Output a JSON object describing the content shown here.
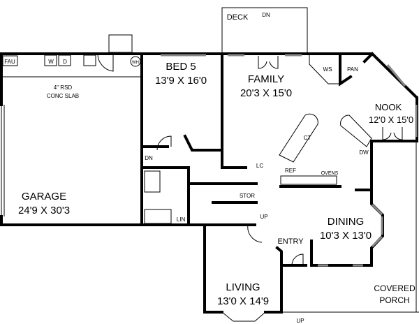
{
  "rooms": {
    "garage": {
      "name": "GARAGE",
      "size": "24'9 X 30'3"
    },
    "bed5": {
      "name": "BED 5",
      "size": "13'9 X 16'0"
    },
    "family": {
      "name": "FAMILY",
      "size": "20'3 X 15'0"
    },
    "nook": {
      "name": "NOOK",
      "size": "12'0 X 15'0"
    },
    "dining": {
      "name": "DINING",
      "size": "10'3 X 13'0"
    },
    "living": {
      "name": "LIVING",
      "size": "13'0 X 14'9"
    },
    "entry": {
      "name": "ENTRY"
    },
    "deck": {
      "name": "DECK"
    },
    "porch": {
      "line1": "COVERED",
      "line2": "PORCH"
    }
  },
  "labels": {
    "fau": "FAU",
    "washer": "W",
    "dryer": "D",
    "water_heater": "WH",
    "slab_line1": "4\" RSD",
    "slab_line2": "CONC SLAB",
    "deck_dn": "DN",
    "hall_dn": "DN",
    "ws": "WS",
    "pantry": "PAN",
    "dishwasher": "DW",
    "cooktop": "CT",
    "ref": "REF",
    "ovens": "OVENS",
    "linen_closet": "LC",
    "storage": "STOR",
    "linen": "LIN",
    "stair_up": "UP",
    "porch_up": "UP"
  }
}
